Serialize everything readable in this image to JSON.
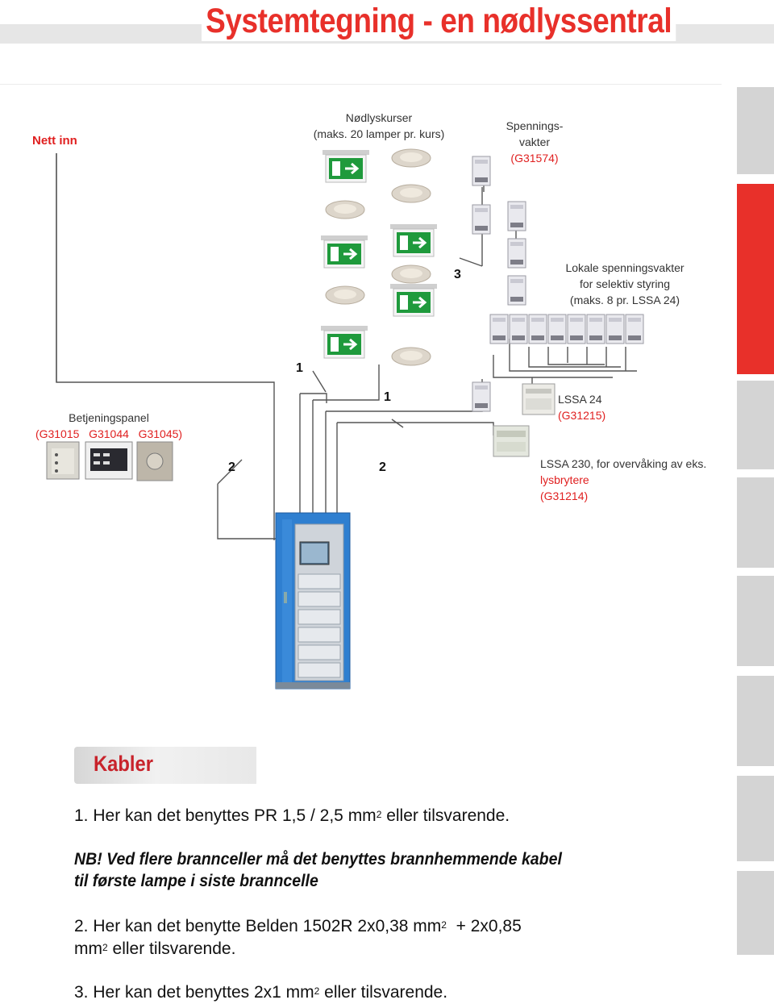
{
  "title": "Systemtegning - en nødlyssentral",
  "labels": {
    "nett_inn": "Nett inn",
    "nodlyskurser_1": "Nødlyskurser",
    "nodlyskurser_2": "(maks. 20 lamper pr. kurs)",
    "spenning_1": "Spennings-",
    "spenning_2": "vakter",
    "spenning_3": "(G31574)",
    "lokale_1": "Lokale spenningsvakter",
    "lokale_2": "for selektiv styring",
    "lokale_3": "(maks. 8 pr. LSSA 24)",
    "betjening_1": "Betjeningspanel",
    "betjening_2": "(G31015   G31044   G31045)",
    "lssa24_1": "LSSA 24",
    "lssa24_2": "(G31215)",
    "lssa230_1": "LSSA 230, for overvåking av eks.",
    "lssa230_2": "lysbrytere",
    "lssa230_3": "(G31214)"
  },
  "numbers": {
    "n3": "3",
    "n1_left": "1",
    "n1_mid": "1",
    "n2_left": "2",
    "n2_mid": "2"
  },
  "kabler": {
    "heading": "Kabler",
    "note1_pre": "1. Her kan det benyttes PR 1,5 / 2,5 mm",
    "note1_sup": "2",
    "note1_post": " eller tilsvarende.",
    "nb_line1": "NB! Ved flere brannceller må det benyttes brannhemmende kabel",
    "nb_line2": "til første lampe i siste branncelle",
    "note2_pre": "2. Her kan det benytte Belden 1502R 2x0,38 mm",
    "note2_sup1": "2",
    "note2_mid": "  + 2x0,85",
    "note2_line2_pre": "mm",
    "note2_sup2": "2",
    "note2_line2_post": " eller tilsvarende.",
    "note3_pre": "3. Her kan det benyttes 2x1 mm",
    "note3_sup": "2",
    "note3_post": " eller tilsvarende."
  },
  "colors": {
    "accent_red": "#e8302a",
    "cabinet_blue": "#2f7fd0",
    "exit_green": "#1f9a3c"
  }
}
